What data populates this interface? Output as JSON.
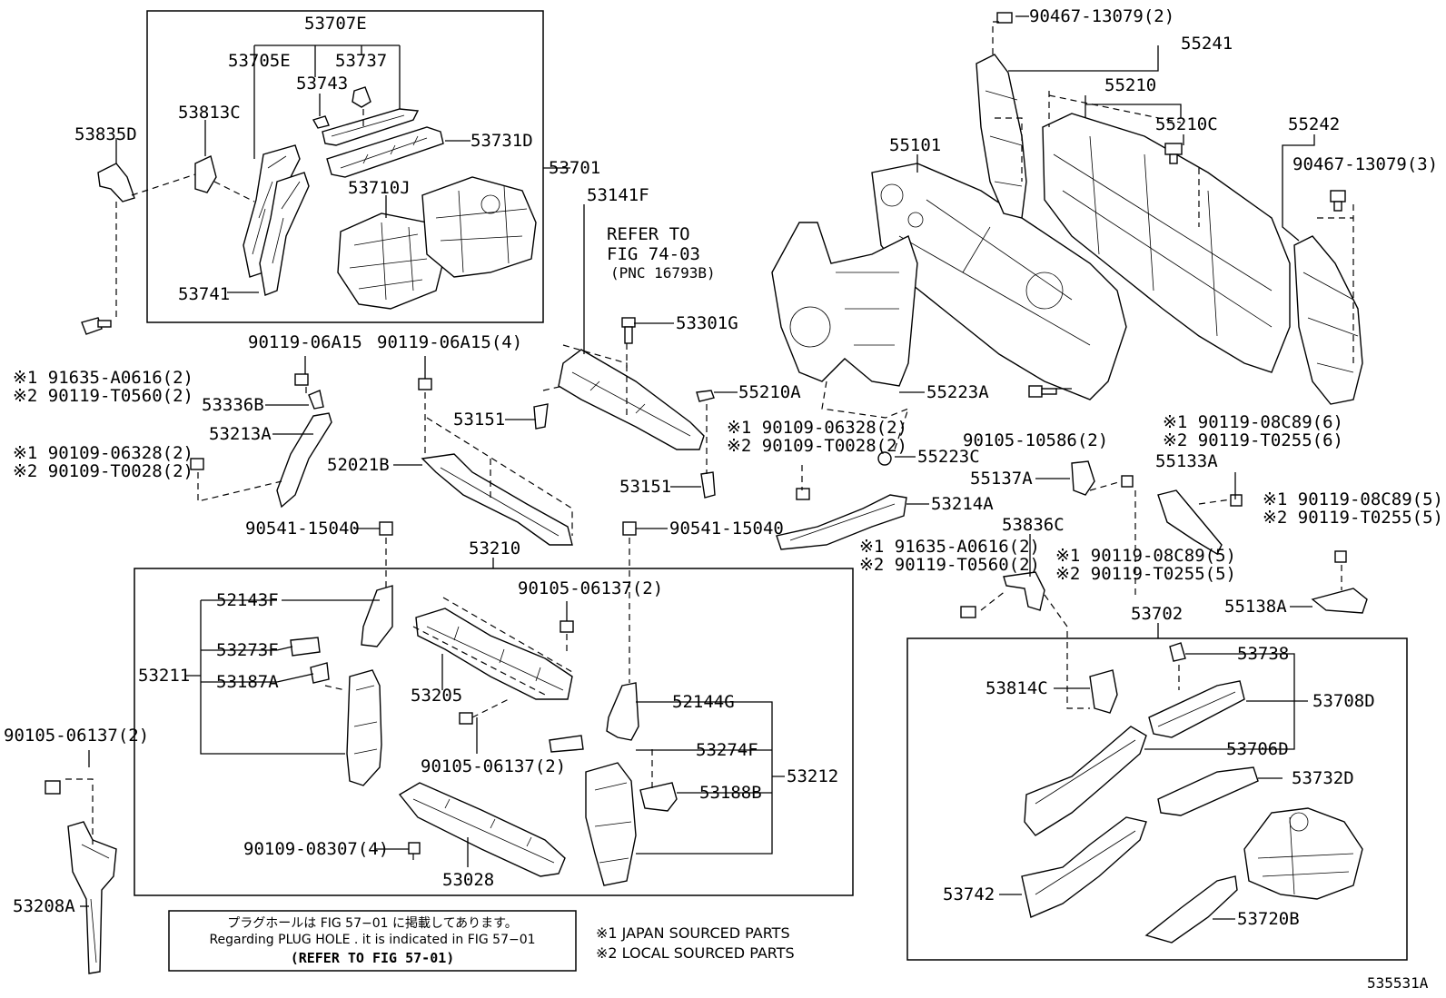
{
  "parts": {
    "p53707E": "53707E",
    "p53705E": "53705E",
    "p53737": "53737",
    "p53743": "53743",
    "p53813C": "53813C",
    "p53835D": "53835D",
    "p53731D": "53731D",
    "p53710J": "53710J",
    "p53741": "53741",
    "p53701": "53701",
    "p53141F": "53141F",
    "refer": [
      "REFER TO",
      "FIG 74-03",
      "(PNC 16793B)"
    ],
    "p53301G": "53301G",
    "p55210A": "55210A",
    "p53151a": "53151",
    "p53151b": "53151",
    "p55101": "55101",
    "p55210": "55210",
    "p55210C": "55210C",
    "p55241": "55241",
    "p90467a": "90467-13079(2)",
    "p55242": "55242",
    "p90467b": "90467-13079(3)",
    "p55223A": "55223A",
    "p55223C": "55223C",
    "p90105_10586": "90105-10586(2)",
    "n1_91635a": "※1 91635-A0616(2)",
    "n2_90119a": "※2 90119-T0560(2)",
    "p90119_06A15": "90119-06A15",
    "p90119_06A15_4": "90119-06A15(4)",
    "p53336B": "53336B",
    "p53213A": "53213A",
    "n1_90109a": "※1 90109-06328(2)",
    "n2_90109a": "※2 90109-T0028(2)",
    "p52021B": "52021B",
    "p90541a": "90541-15040",
    "p90541b": "90541-15040",
    "n1_90109b": "※1 90109-06328(2)",
    "n2_90109b": "※2 90109-T0028(2)",
    "p53214A": "53214A",
    "p55137A": "55137A",
    "p53836C": "53836C",
    "n1_90119c": "※1 90119-08C89(6)",
    "n2_90119c": "※2 90119-T0255(6)",
    "p55133A": "55133A",
    "n1_90119d": "※1 90119-08C89(5)",
    "n2_90119d": "※2 90119-T0255(5)",
    "n1_90119e": "※1 90119-08C89(5)",
    "n2_90119e": "※2 90119-T0255(5)",
    "n1_91635b": "※1 91635-A0616(2)",
    "n2_90119b": "※2 90119-T0560(2)",
    "p55138A": "55138A",
    "p53210": "53210",
    "p52143F": "52143F",
    "p53273F": "53273F",
    "p53211": "53211",
    "p53187A": "53187A",
    "p53205": "53205",
    "p90105_06137a": "90105-06137(2)",
    "p90105_06137b": "90105-06137(2)",
    "p90105_06137c": "90105-06137(2)",
    "p52144G": "52144G",
    "p53274F": "53274F",
    "p53212": "53212",
    "p53188B": "53188B",
    "p90109_08307": "90109-08307(4)",
    "p53028": "53028",
    "p53208A": "53208A",
    "p53702": "53702",
    "p53738": "53738",
    "p53814C": "53814C",
    "p53708D": "53708D",
    "p53706D": "53706D",
    "p53732D": "53732D",
    "p53742": "53742",
    "p53720B": "53720B",
    "illustration_no": "535531A"
  },
  "notes": {
    "jp": "プラグホールは FIG 57−01 に掲載してあります。",
    "en": "Regarding  PLUG  HOLE . it is indicated in  FIG  57−01",
    "refer": "(REFER TO FIG 57-01)",
    "legend1": "※1 JAPAN SOURCED PARTS",
    "legend2": "※2 LOCAL SOURCED PARTS"
  }
}
